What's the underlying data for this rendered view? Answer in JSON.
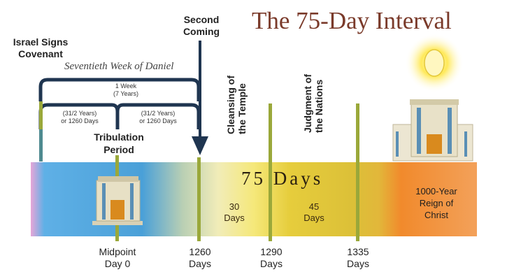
{
  "title": "The 75-Day Interval",
  "events": {
    "israel_signs": "Israel Signs Covenant",
    "second_coming": "Second Coming",
    "cleansing": "Cleansing of the Temple",
    "judgment": "Judgment of the Nations"
  },
  "seventieth_week": "Seventieth Week of Daniel",
  "one_week": {
    "line1": "1 Week",
    "line2": "(7 Years)"
  },
  "half_left": {
    "line1": "(31/2 Years)",
    "line2": "or 1260 Days"
  },
  "half_right": {
    "line1": "(31/2 Years)",
    "line2": "or 1260 Days"
  },
  "tribulation": "Tribulation Period",
  "seventy_five_days": "75 Days",
  "segment_30": {
    "line1": "30",
    "line2": "Days"
  },
  "segment_45": {
    "line1": "45",
    "line2": "Days"
  },
  "reign": {
    "line1": "1000-Year",
    "line2": "Reign of",
    "line3": "Christ"
  },
  "timeline_labels": [
    {
      "line1": "Midpoint",
      "line2": "Day 0"
    },
    {
      "line1": "1260",
      "line2": "Days"
    },
    {
      "line1": "1290",
      "line2": "Days"
    },
    {
      "line1": "1335",
      "line2": "Days"
    }
  ],
  "colors": {
    "title": "#7a3a2a",
    "marker_green": "#9aa83a",
    "bracket": "#1f3550",
    "band_blue": "#4aa0d8",
    "band_gold": "#e0c63a",
    "band_orange": "#f07a2a"
  }
}
